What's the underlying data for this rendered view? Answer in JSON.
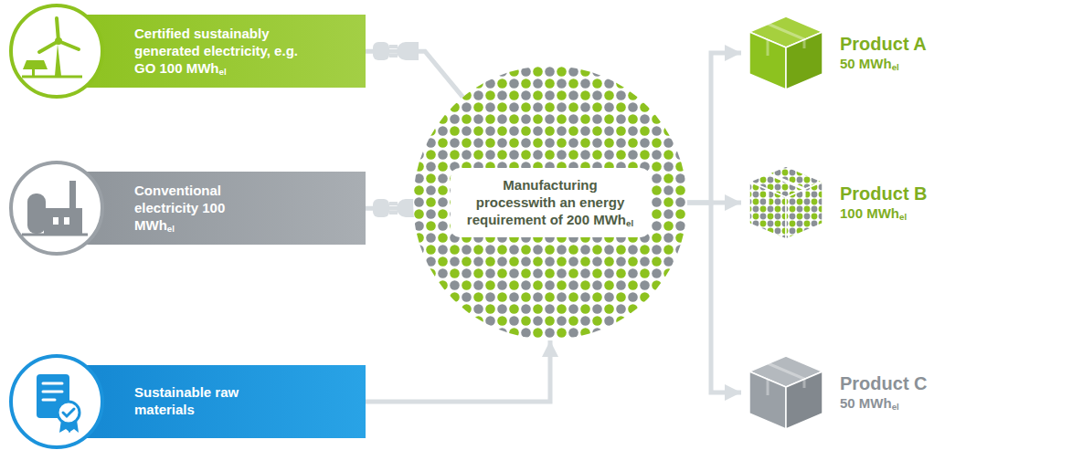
{
  "diagram": {
    "nodes": [
      {
        "text": [
          "Certified sustainably generated electricity, e.g. GO 100 MWhel"
        ]
      },
      {
        "text": [
          "Conventional electricity 100 MWhel"
        ]
      },
      {
        "text": [
          "Sustainable raw materials"
        ]
      },
      {
        "text": [
          "Manufacturing processwith an energy requirement of 200 MWhel"
        ]
      },
      {
        "text": [
          "Product A",
          "50 MWhel"
        ]
      },
      {
        "text": [
          "Product B",
          "100 MWhel"
        ]
      },
      {
        "text": [
          "Product C",
          "50 MWhel"
        ]
      }
    ],
    "edges": [
      {
        "from": 0,
        "to": 3,
        "arrow": "none"
      },
      {
        "from": 1,
        "to": 3,
        "arrow": "none"
      },
      {
        "from": 2,
        "to": 3,
        "arrow": "to"
      },
      {
        "from": 3,
        "to": 4,
        "arrow": "to"
      },
      {
        "from": 3,
        "to": 5,
        "arrow": "to"
      },
      {
        "from": 3,
        "to": 6,
        "arrow": "to"
      }
    ]
  }
}
